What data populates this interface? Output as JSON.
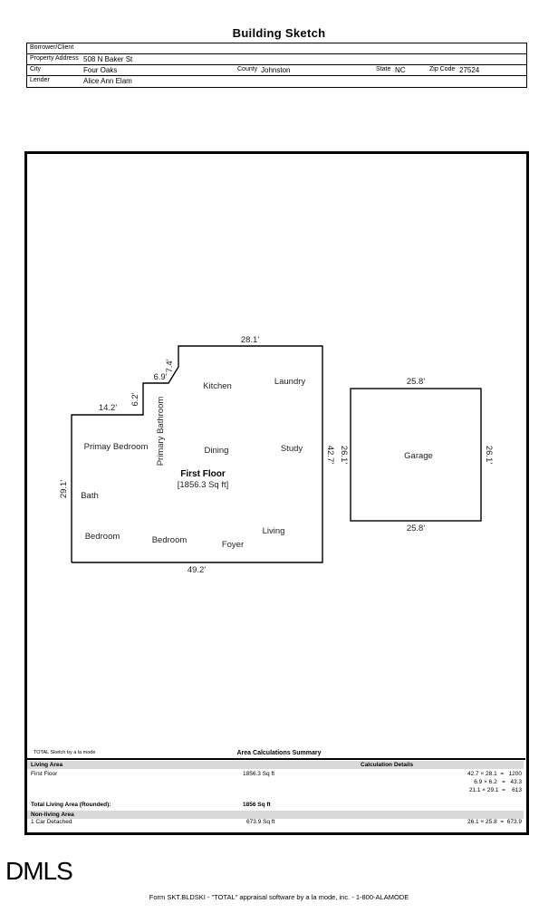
{
  "title": "Building Sketch",
  "info": {
    "borrower_label": "Borrower/Client",
    "borrower_value": "",
    "address_label": "Property Address",
    "address_value": "508 N Baker St",
    "city_label": "City",
    "city_value": "Four Oaks",
    "county_label": "County",
    "county_value": "Johnston",
    "state_label": "State",
    "state_value": "NC",
    "zip_label": "Zip Code",
    "zip_value": "27524",
    "lender_label": "Lender",
    "lender_value": "Alice Ann Elam"
  },
  "sketch": {
    "dims": {
      "top": "28.1'",
      "top_diag": "7.4'",
      "step1": "6.9'",
      "step2": "6.2'",
      "left_top": "14.2'",
      "left": "29.1'",
      "bottom": "49.2'",
      "right": "42.7'",
      "garage_top": "25.8'",
      "garage_bottom": "25.8'",
      "garage_left": "26.1'",
      "garage_right": "26.1'"
    },
    "rooms": {
      "kitchen": "Kitchen",
      "laundry": "Laundry",
      "primary_bedroom": "Primay Bedroom",
      "primary_bathroom": "Primary Bathroom",
      "dining": "Dining",
      "study": "Study",
      "bath": "Bath",
      "bedroom1": "Bedroom",
      "bedroom2": "Bedroom",
      "foyer": "Foyer",
      "living": "Living",
      "garage": "Garage"
    },
    "floor_label": "First Floor",
    "floor_area": "[1856.3 Sq ft]"
  },
  "summary": {
    "credit": "TOTAL Sketch by a la mode",
    "title": "Area Calculations Summary",
    "living_area_label": "Living Area",
    "calc_details_label": "Calculation Details",
    "first_floor_label": "First Floor",
    "first_floor_value": "1856.3 Sq ft",
    "calc1": "42.7 × 28.1  =   1200",
    "calc2": "6.9 × 6.2   =   43.3",
    "calc3": "21.1 × 29.1  =    613",
    "total_label": "Total Living Area (Rounded):",
    "total_value": "1856 Sq ft",
    "nonliving_label": "Non-living Area",
    "garage_label": "1 Car Detached",
    "garage_value": "673.9 Sq ft",
    "garage_calc": "26.1 × 25.8  =  673.9"
  },
  "logo": "DMLS",
  "footer": "Form SKT.BLDSKI - \"TOTAL\" appraisal software by a la mode, inc. - 1-800-ALAMODE"
}
